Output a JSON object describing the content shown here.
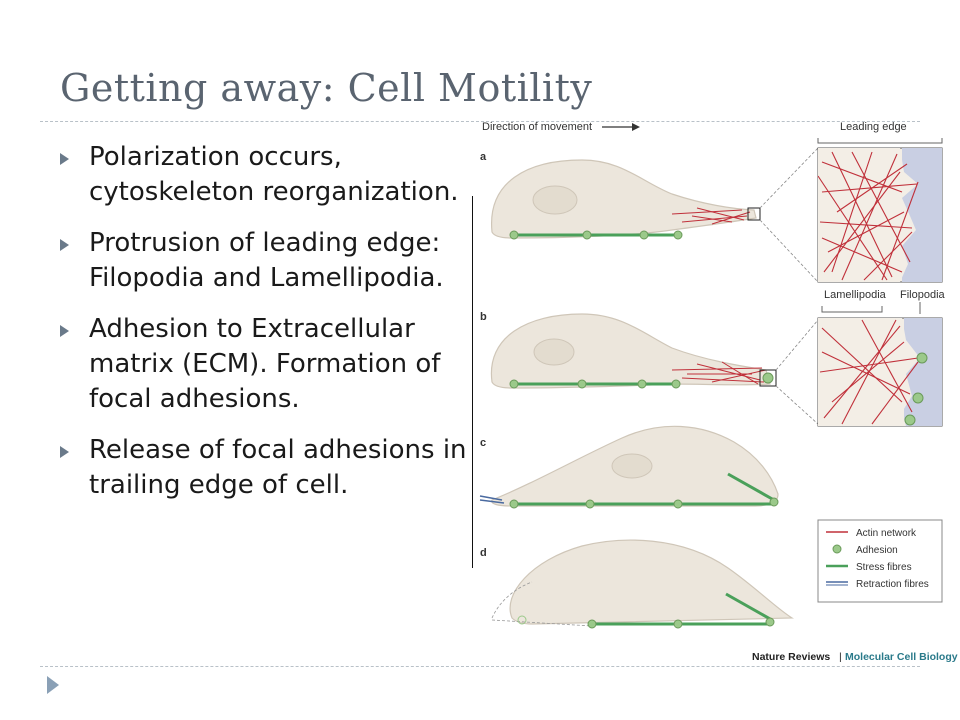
{
  "slide": {
    "title": "Getting away: Cell Motility",
    "bullets": [
      "Polarization occurs, cytoskeleton reorganization.",
      "Protrusion of leading edge: Filopodia and Lamellipodia.",
      "Adhesion to Extracellular matrix (ECM).  Formation of focal adhesions.",
      "Release of focal adhesions in trailing edge of cell."
    ]
  },
  "figure": {
    "direction_label": "Direction of movement",
    "leading_edge_label": "Leading edge",
    "lamellipodia_label": "Lamellipodia",
    "filopodia_label": "Filopodia",
    "panel_a": "a",
    "panel_b": "b",
    "panel_c": "c",
    "panel_d": "d",
    "legend": {
      "actin": "Actin network",
      "adhesion": "Adhesion",
      "stress": "Stress fibres",
      "retraction": "Retraction fibres"
    },
    "credit_journal": "Nature Reviews",
    "credit_sep": "|",
    "credit_title": "Molecular Cell Biology"
  },
  "colors": {
    "actin": "#c0303a",
    "adhesion": "#9bc98a",
    "stress": "#4aa05a",
    "retraction": "#4a6aa0",
    "cell_fill": "#ece6dc",
    "title": "#5a6470"
  }
}
